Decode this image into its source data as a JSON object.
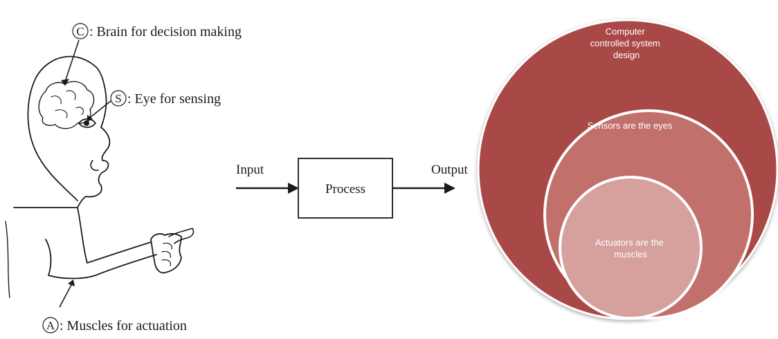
{
  "figure": {
    "labels": {
      "brain": {
        "letter": "C",
        "text": ": Brain for decision making"
      },
      "eye": {
        "letter": "S",
        "text": ": Eye for sensing"
      },
      "muscle": {
        "letter": "A",
        "text": ": Muscles for actuation"
      }
    }
  },
  "flow": {
    "input": "Input",
    "process": "Process",
    "output": "Output"
  },
  "nested": {
    "outer": {
      "lines": [
        "Computer",
        "controlled system",
        "design"
      ],
      "color": "#a94846"
    },
    "middle": {
      "lines": [
        "Sensors are the eyes"
      ],
      "color": "#c2706c"
    },
    "inner": {
      "lines": [
        "Actuators are the",
        "muscles"
      ],
      "color": "#d6a09d"
    }
  }
}
